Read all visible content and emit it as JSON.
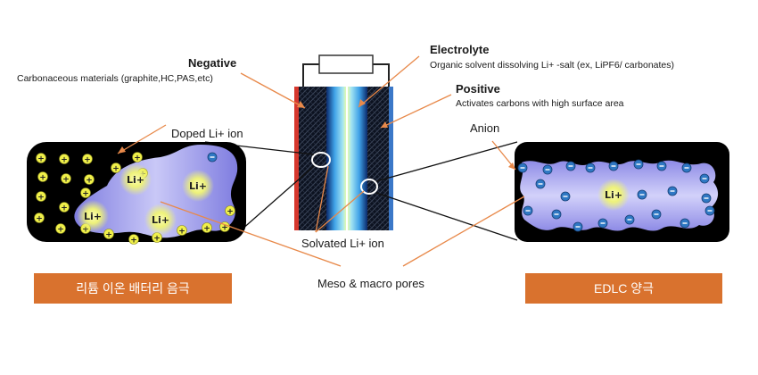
{
  "labels": {
    "negative": {
      "title": "Negative",
      "desc": "Carbonaceous materials (graphite,HC,PAS,etc)"
    },
    "electrolyte": {
      "title": "Electrolyte",
      "desc": "Organic solvent dissolving Li+ -salt (ex, LiPF6/ carbonates)"
    },
    "positive": {
      "title": "Positive",
      "desc": "Activates carbons with high surface area"
    },
    "doped_ion": "Doped Li+ ion",
    "anion": "Anion",
    "solvated_ion": "Solvated Li+ ion",
    "pores": "Meso & macro pores"
  },
  "ion_label": "Li+",
  "plus_sign": "+",
  "buttons": {
    "left": "리튬 이온 배터리 음극",
    "right": "EDLC 양극"
  },
  "colors": {
    "accent_orange": "#d9722e",
    "arrow_orange": "#e8894a",
    "pore_purple": "#8a86e6",
    "lithium_yellow": "#f0f04a",
    "anion_blue": "#2f78c4",
    "negative_red": "#d6382e",
    "positive_blue": "#3b78c8"
  }
}
